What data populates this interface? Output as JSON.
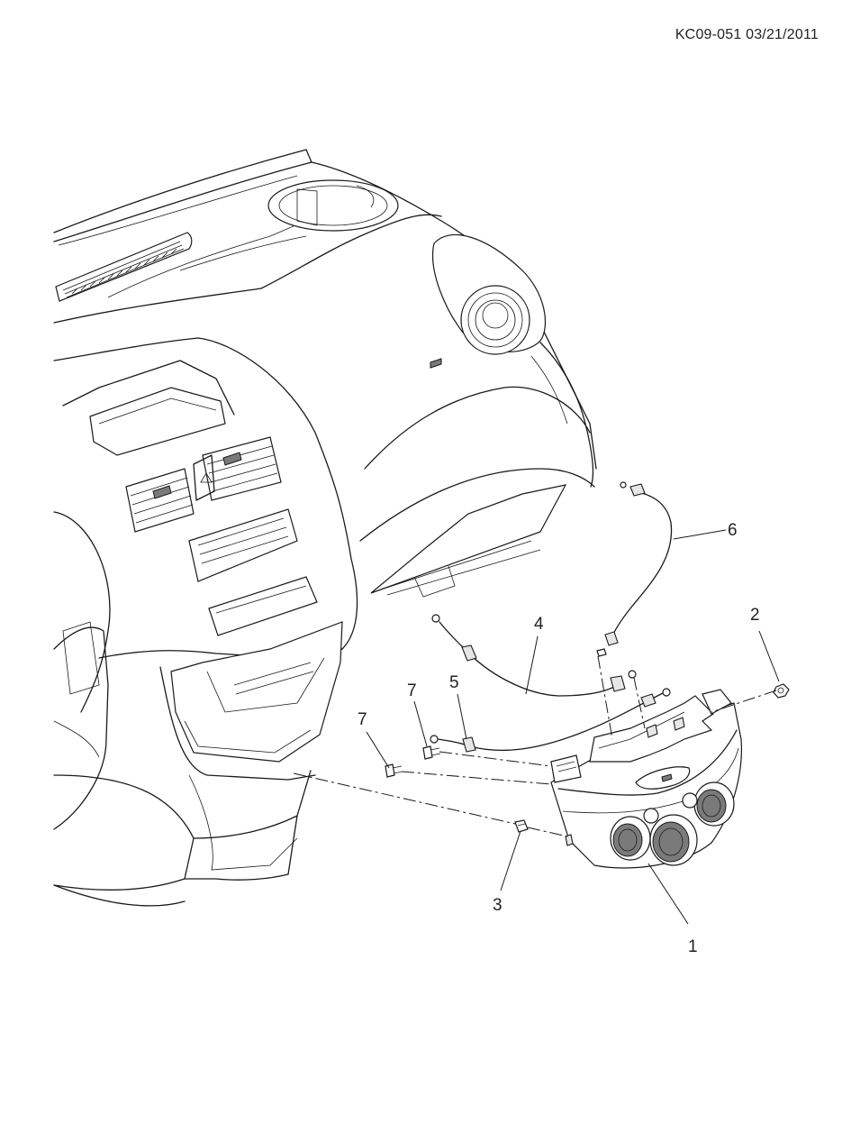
{
  "document_id": "KC09-051 03/21/2011",
  "callouts": [
    {
      "label": "1"
    },
    {
      "label": "2"
    },
    {
      "label": "3"
    },
    {
      "label": "4"
    },
    {
      "label": "5"
    },
    {
      "label": "6"
    },
    {
      "label": "7"
    },
    {
      "label": "7"
    }
  ]
}
